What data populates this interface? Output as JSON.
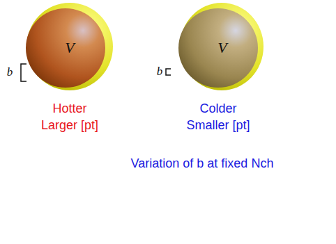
{
  "diagram": {
    "caption": "Variation of b at fixed Nch",
    "nodes": [
      {
        "text": [
          "V"
        ]
      },
      {
        "text": [
          "V"
        ]
      }
    ],
    "labels": [
      "b",
      "b",
      "Hotter",
      "Larger [pt]",
      "Colder",
      "Smaller [pt]"
    ]
  }
}
